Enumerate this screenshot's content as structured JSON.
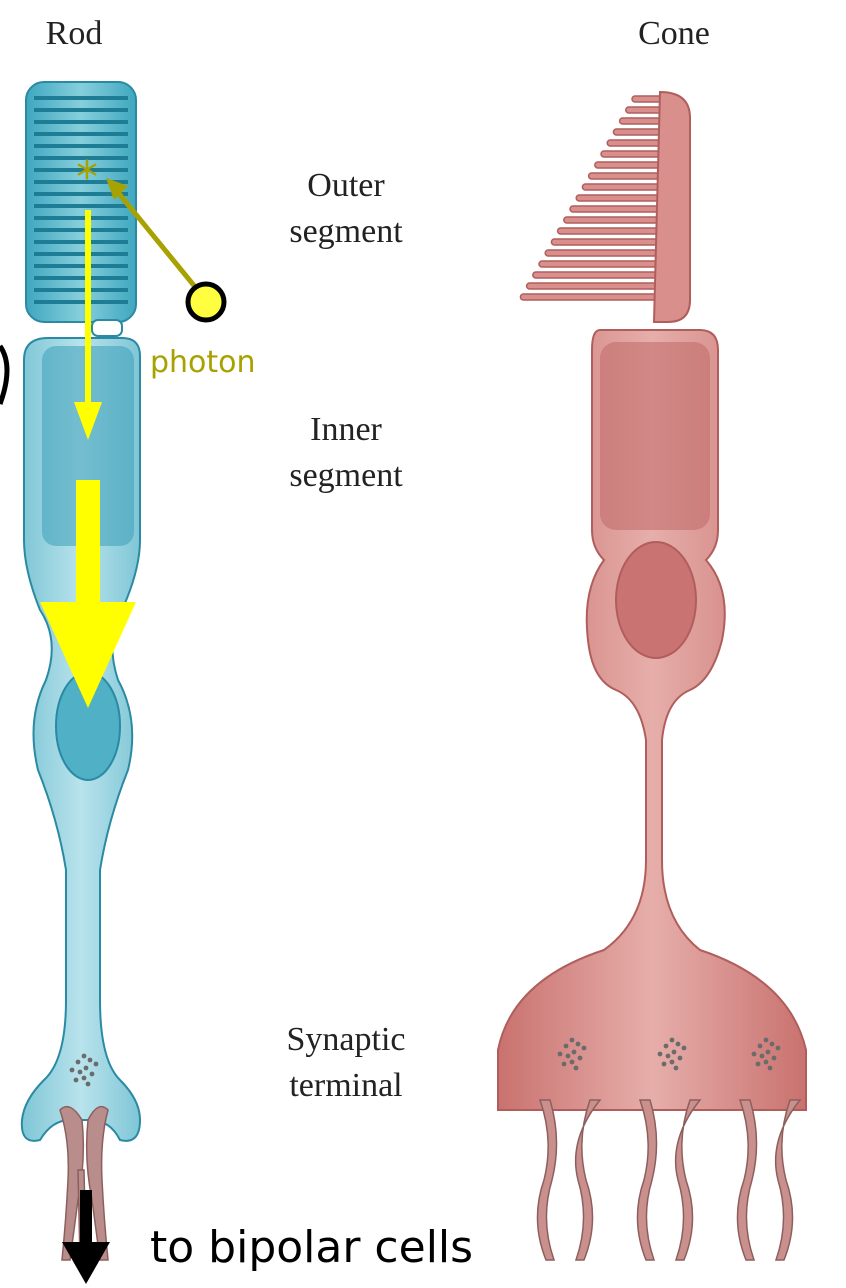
{
  "headers": {
    "rod": "Rod",
    "cone": "Cone"
  },
  "labels": {
    "outer_line1": "Outer",
    "outer_line2": "segment",
    "inner_line1": "Inner",
    "inner_line2": "segment",
    "synaptic_line1": "Synaptic",
    "synaptic_line2": "terminal",
    "photon": "photon",
    "output": "to bipolar cells"
  },
  "colors": {
    "rod_fill": "#4fb3c9",
    "rod_light": "#8fd0de",
    "rod_stroke": "#2a8aa3",
    "cone_fill": "#d98f8c",
    "cone_light": "#e8b1ad",
    "cone_stroke": "#b05e5c",
    "signal_yellow": "#ffff00",
    "photon_olive": "#a8a200",
    "arrow_black": "#000000"
  }
}
